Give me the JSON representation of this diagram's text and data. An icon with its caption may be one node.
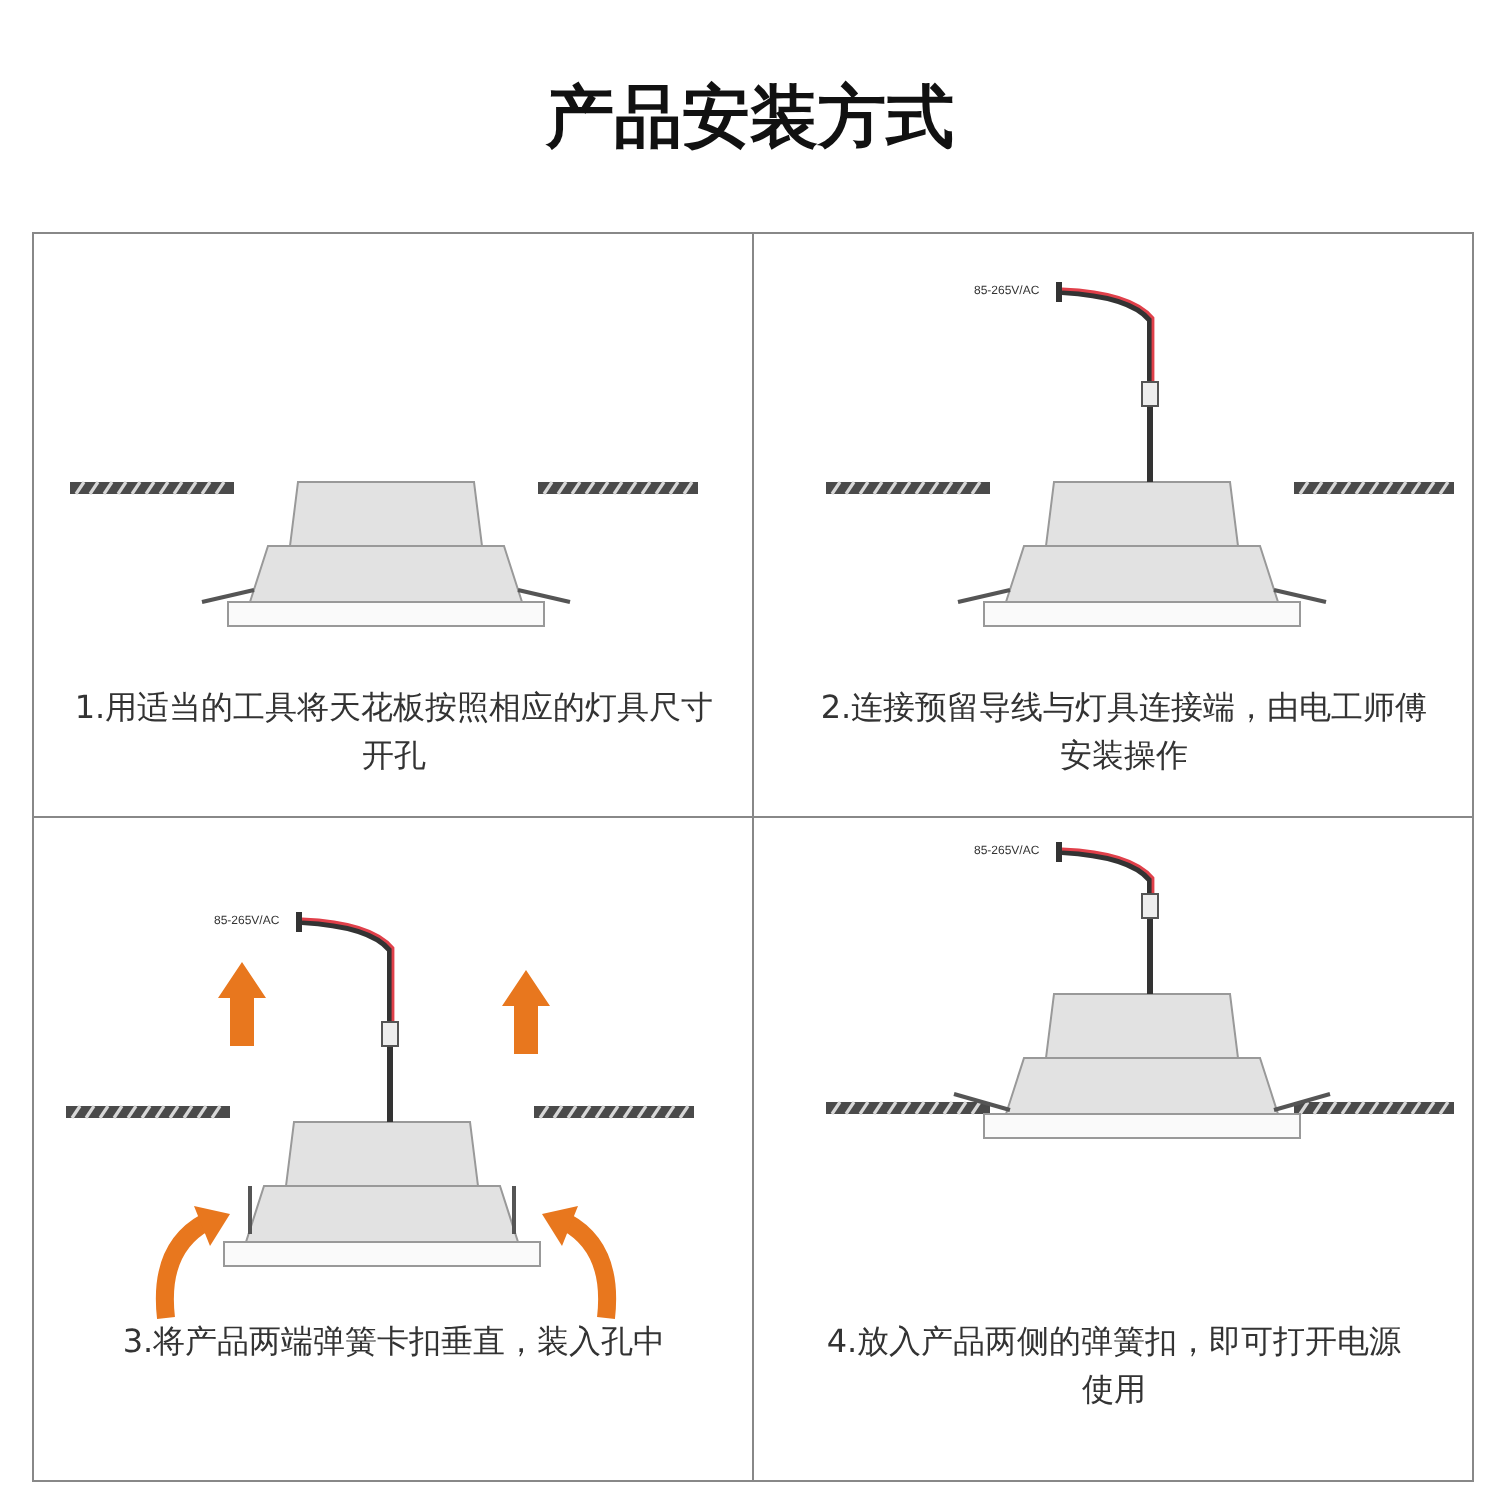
{
  "diagram": {
    "title": "产品安装方式",
    "nodes": [
      {
        "text": [
          "1.用适当的工具将天花板按照相应的灯具尺寸开孔"
        ]
      },
      {
        "text": [
          "2.连接预留导线与灯具连接端，由电工师傅安装操作"
        ]
      },
      {
        "text": [
          "3.将产品两端弹簧卡扣垂直，装入孔中"
        ]
      },
      {
        "text": [
          "4.放入产品两侧的弹簧扣，即可打开电源使用"
        ]
      }
    ],
    "labels": [
      "85-265V/AC",
      "85-265V/AC",
      "85-265V/AC"
    ]
  }
}
